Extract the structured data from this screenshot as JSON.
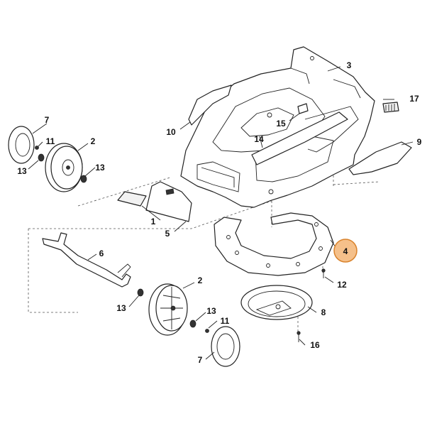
{
  "diagram": {
    "highlight_color": "#f5c08a",
    "highlight_stroke": "#d9822b",
    "callouts": [
      {
        "id": "1",
        "text": "1"
      },
      {
        "id": "2a",
        "text": "2"
      },
      {
        "id": "2b",
        "text": "2"
      },
      {
        "id": "3",
        "text": "3"
      },
      {
        "id": "4",
        "text": "4",
        "highlighted": true
      },
      {
        "id": "5",
        "text": "5"
      },
      {
        "id": "6",
        "text": "6"
      },
      {
        "id": "7a",
        "text": "7"
      },
      {
        "id": "7b",
        "text": "7"
      },
      {
        "id": "8",
        "text": "8"
      },
      {
        "id": "9",
        "text": "9"
      },
      {
        "id": "10",
        "text": "10"
      },
      {
        "id": "11a",
        "text": "11"
      },
      {
        "id": "11b",
        "text": "11"
      },
      {
        "id": "12",
        "text": "12"
      },
      {
        "id": "13a",
        "text": "13"
      },
      {
        "id": "13b",
        "text": "13"
      },
      {
        "id": "13c",
        "text": "13"
      },
      {
        "id": "13d",
        "text": "13"
      },
      {
        "id": "14",
        "text": "14"
      },
      {
        "id": "15",
        "text": "15"
      },
      {
        "id": "16",
        "text": "16"
      },
      {
        "id": "17",
        "text": "17"
      }
    ]
  }
}
